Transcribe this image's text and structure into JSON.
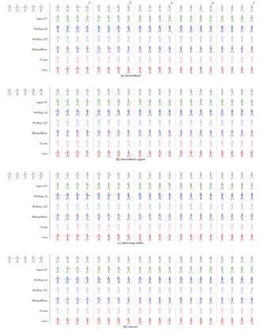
{
  "diagram": {
    "labels": [
      "1",
      "2",
      "3",
      "4",
      "5",
      "Input GT",
      "HisRep-10",
      "HisRep-125",
      "MotionMixer",
      "DLow",
      "Ours",
      "(a) basketball",
      "Input GT",
      "HisRep-10",
      "HisRep-125",
      "MotionMixer",
      "DLow",
      "Ours",
      "(b) basketball signal",
      "Input GT",
      "HisRep-10",
      "HisRep-125",
      "MotionMixer",
      "DLow",
      "Ours",
      "(c) directing traffic",
      "Input GT",
      "HisRep-10",
      "HisRep-125",
      "MotionMixer",
      "DLow",
      "Ours",
      "(d) soccer"
    ]
  }
}
